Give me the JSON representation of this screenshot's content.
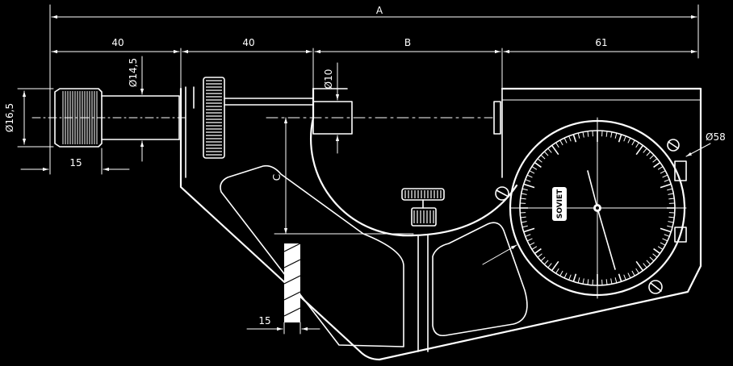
{
  "dimensions": {
    "overall": "A",
    "seg1": "40",
    "seg2": "40",
    "seg3": "B",
    "seg4": "61",
    "thimble_dia": "Ø16,5",
    "spindle_dia": "Ø14,5",
    "anvil_dia": "Ø10",
    "dial_dia": "Ø58",
    "thimble_len": "15",
    "depth": "C",
    "frame_thickness": "15"
  },
  "gauge": {
    "logo": "SOVIET",
    "ticks": 100
  }
}
